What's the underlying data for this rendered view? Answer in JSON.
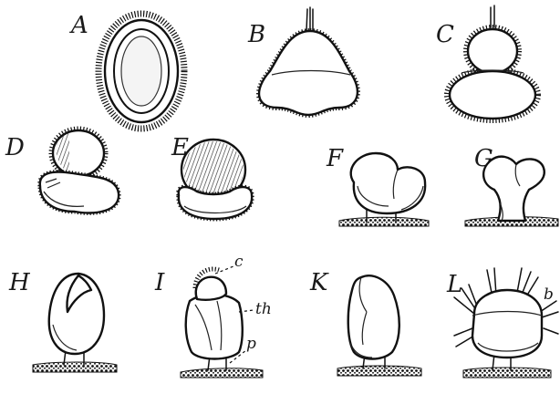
{
  "figures": [
    {
      "id": "A",
      "letter": "A"
    },
    {
      "id": "B",
      "letter": "B"
    },
    {
      "id": "C",
      "letter": "C"
    },
    {
      "id": "D",
      "letter": "D"
    },
    {
      "id": "E",
      "letter": "E"
    },
    {
      "id": "F",
      "letter": "F"
    },
    {
      "id": "G",
      "letter": "G"
    },
    {
      "id": "H",
      "letter": "H"
    },
    {
      "id": "I",
      "letter": "I"
    },
    {
      "id": "K",
      "letter": "K"
    },
    {
      "id": "L",
      "letter": "L"
    }
  ],
  "annotations": {
    "c": "c",
    "th": "th",
    "p": "p",
    "b": "b"
  }
}
